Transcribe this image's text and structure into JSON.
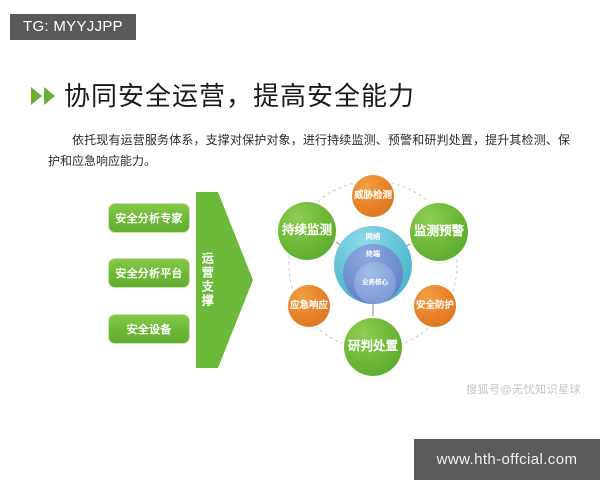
{
  "badge": {
    "text": "TG: MYYJJPP"
  },
  "title": {
    "text": "协同安全运营，提高安全能力",
    "bullet_icon": "double-triangle-icon"
  },
  "body": {
    "paragraph": "依托现有运营服务体系，支撑对保护对象，进行持续监测、预警和研判处置，提升其检测、保护和应急响应能力。"
  },
  "support_boxes": [
    {
      "label": "安全分析专家"
    },
    {
      "label": "安全分析平台"
    },
    {
      "label": "安全设备"
    }
  ],
  "arrow": {
    "label": "运营支撑"
  },
  "diagram": {
    "nodes": [
      {
        "id": "threat-detection",
        "label": "威胁检测",
        "color": "orange",
        "size": "small"
      },
      {
        "id": "monitoring-warning",
        "label": "监测预警",
        "color": "green",
        "size": "big"
      },
      {
        "id": "security-protection",
        "label": "安全防护",
        "color": "orange",
        "size": "small"
      },
      {
        "id": "analysis-disposal",
        "label": "研判处置",
        "color": "green",
        "size": "big"
      },
      {
        "id": "emergency-response",
        "label": "应急响应",
        "color": "orange",
        "size": "small"
      },
      {
        "id": "continuous-monitoring",
        "label": "持续监测",
        "color": "green",
        "size": "big"
      }
    ],
    "center_rings": [
      {
        "id": "network",
        "label": "网络"
      },
      {
        "id": "terminal",
        "label": "终端"
      },
      {
        "id": "business-core",
        "label": "业务核心"
      }
    ]
  },
  "watermark": {
    "text": "搜狐号@无忧知识星球"
  },
  "footer": {
    "url": "www.hth-offcial.com"
  },
  "colors": {
    "green": "#6cb937",
    "orange": "#e8832a",
    "blue": "#5fc1d6",
    "badge_gray": "#595959",
    "footer_gray": "#5b5b5b"
  }
}
